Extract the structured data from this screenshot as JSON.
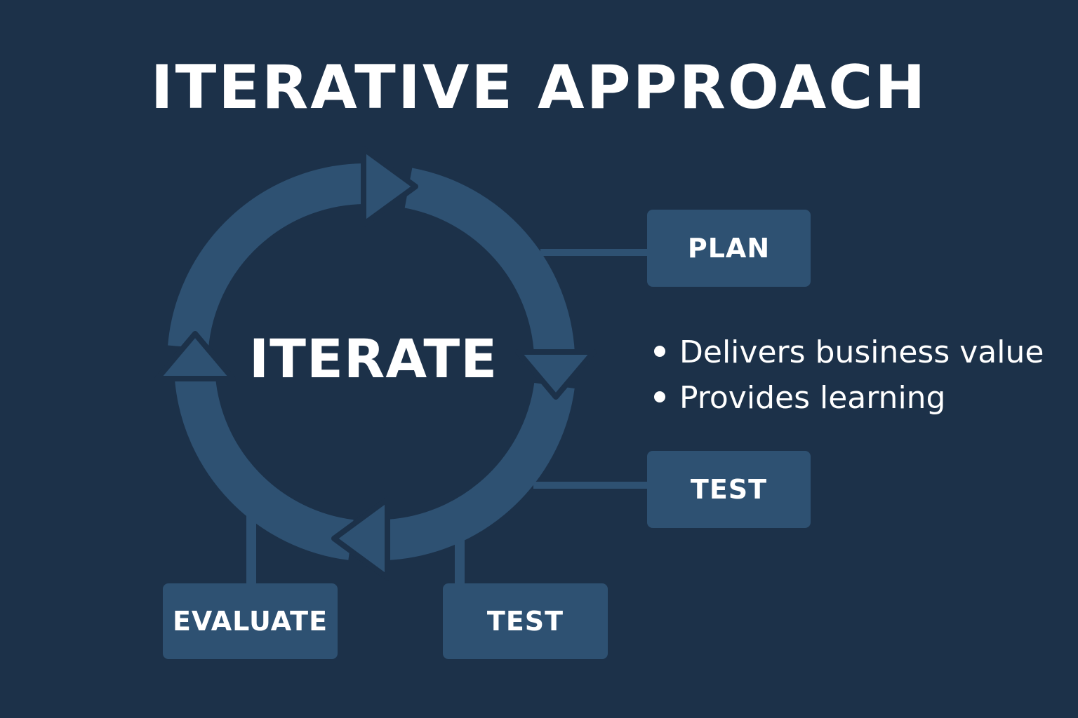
{
  "title": "ITERATIVE APPROACH",
  "cycle": {
    "center_label": "ITERATE"
  },
  "steps": {
    "plan": "PLAN",
    "test_right": "TEST",
    "evaluate": "EVALUATE",
    "test_bottom": "TEST"
  },
  "benefits": [
    "Delivers business value",
    "Provides learning"
  ],
  "colors": {
    "background": "#1c3149",
    "accent": "#2e5172",
    "text": "#ffffff"
  }
}
